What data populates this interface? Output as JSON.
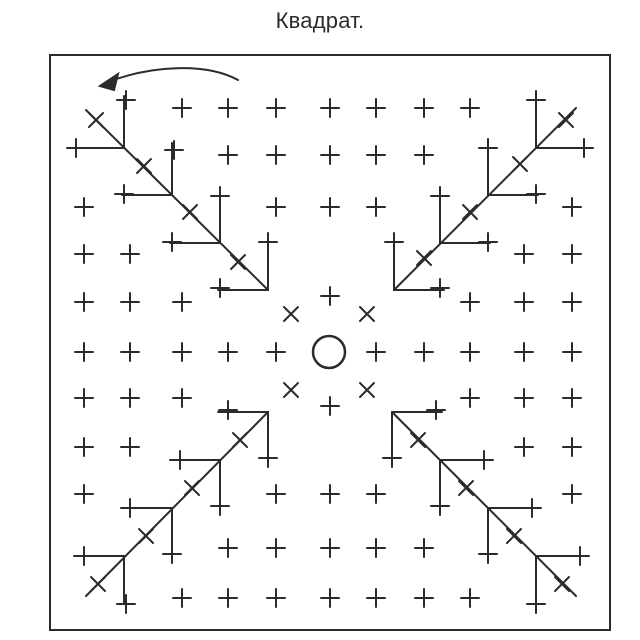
{
  "title": "Квадрат.",
  "colors": {
    "ink": "#2b2b2b",
    "background": "#ffffff"
  },
  "legend_symbols": [
    "single-crochet",
    "slip-stitch-cross",
    "magic-ring",
    "direction-arrow"
  ]
}
